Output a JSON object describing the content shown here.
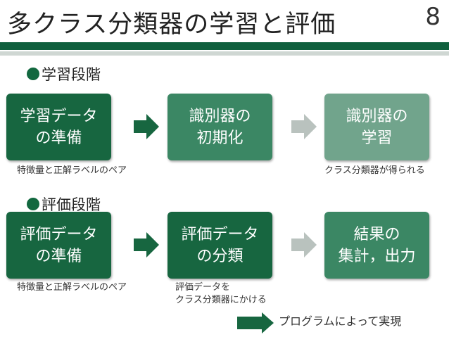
{
  "title": "多クラス分類器の学習と評価",
  "page_number": "8",
  "colors": {
    "dark_green": "#176640",
    "mid_green": "#3b8764",
    "light_green": "#71a48c",
    "gray_arrow": "#b9c2be",
    "bar": "#0f5f3d"
  },
  "learning_phase": {
    "heading": "学習段階",
    "boxes": [
      {
        "line1": "学習データ",
        "line2": "の準備"
      },
      {
        "line1": "識別器の",
        "line2": "初期化"
      },
      {
        "line1": "識別器の",
        "line2": "学習"
      }
    ],
    "note_left": "特徴量と正解ラベルのペア",
    "note_right": "クラス分類器が得られる"
  },
  "evaluation_phase": {
    "heading": "評価段階",
    "boxes": [
      {
        "line1": "評価データ",
        "line2": "の準備"
      },
      {
        "line1": "評価データ",
        "line2": "の分類"
      },
      {
        "line1": "結果の",
        "line2": "集計，出力"
      }
    ],
    "note_left": "特徴量と正解ラベルのペア",
    "note_middle_line1": "評価データを",
    "note_middle_line2": "クラス分類器にかける"
  },
  "legend": {
    "label": "プログラムによって実現"
  }
}
